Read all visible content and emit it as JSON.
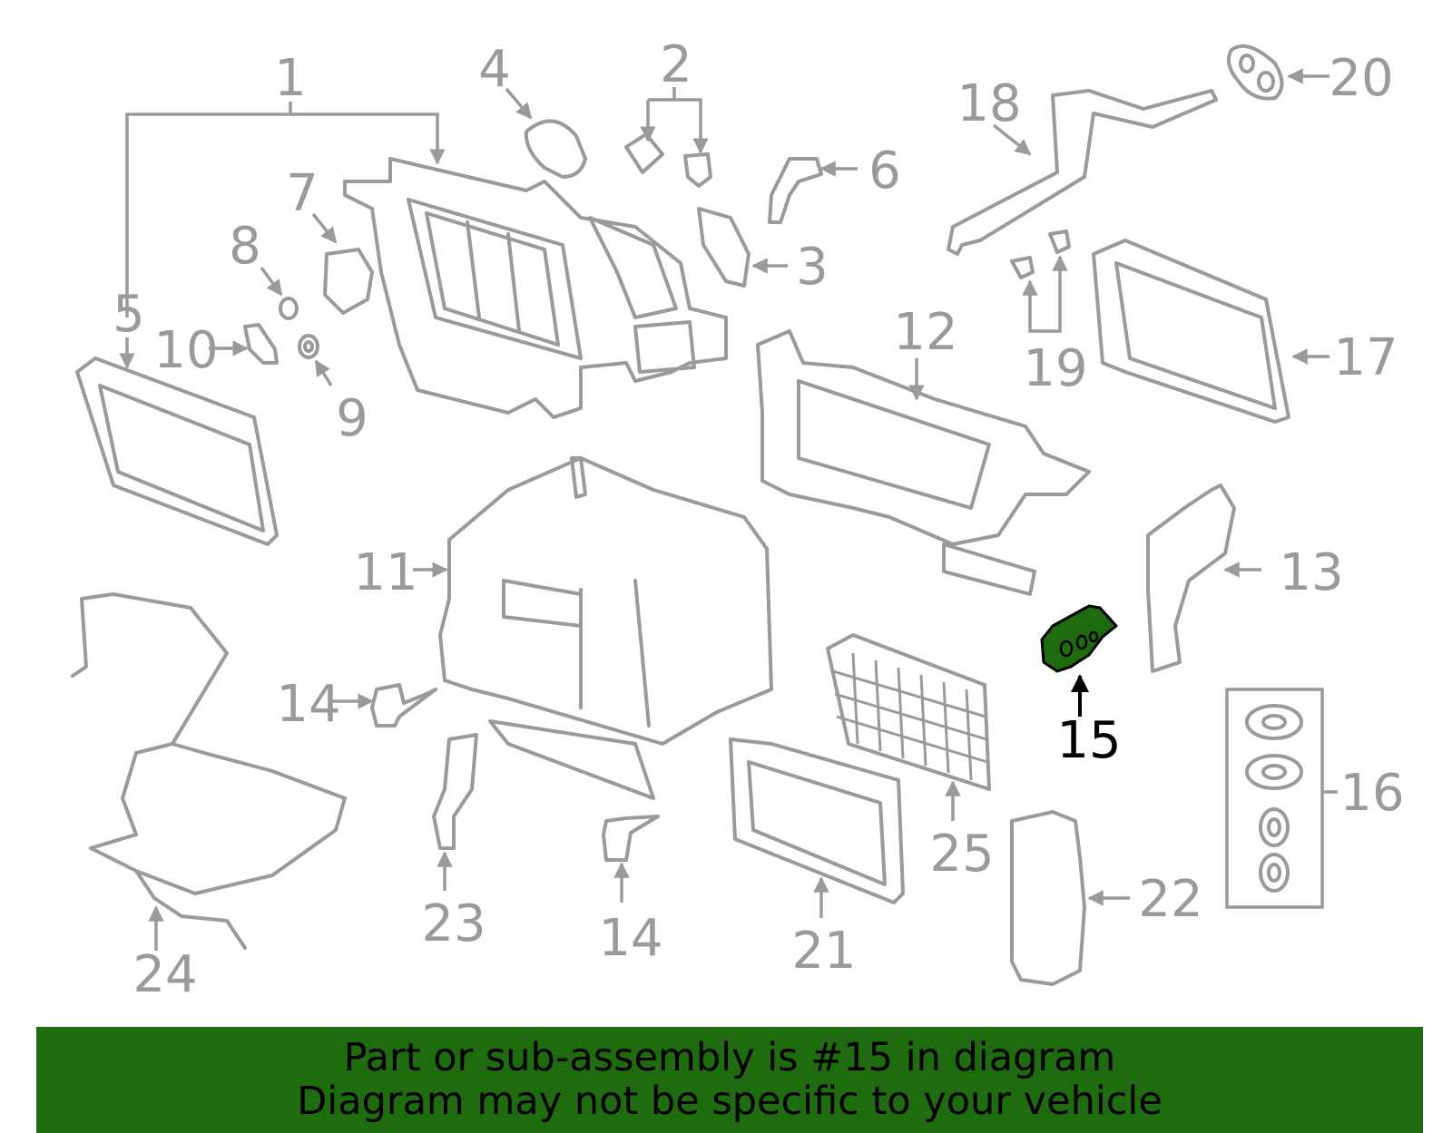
{
  "callouts": {
    "n1": "1",
    "n2": "2",
    "n3": "3",
    "n4": "4",
    "n5": "5",
    "n6": "6",
    "n7": "7",
    "n8": "8",
    "n9": "9",
    "n10": "10",
    "n11": "11",
    "n12": "12",
    "n13": "13",
    "n14a": "14",
    "n14b": "14",
    "n15": "15",
    "n16": "16",
    "n17": "17",
    "n18": "18",
    "n19": "19",
    "n20": "20",
    "n21": "21",
    "n22": "22",
    "n23": "23",
    "n24": "24",
    "n25": "25"
  },
  "highlight": {
    "part_number": "15",
    "color": "#1f6b10"
  },
  "banner": {
    "line1": "Part or sub-assembly is #15 in diagram",
    "line2": "Diagram may not be specific to your vehicle",
    "background": "#1f6b10"
  }
}
